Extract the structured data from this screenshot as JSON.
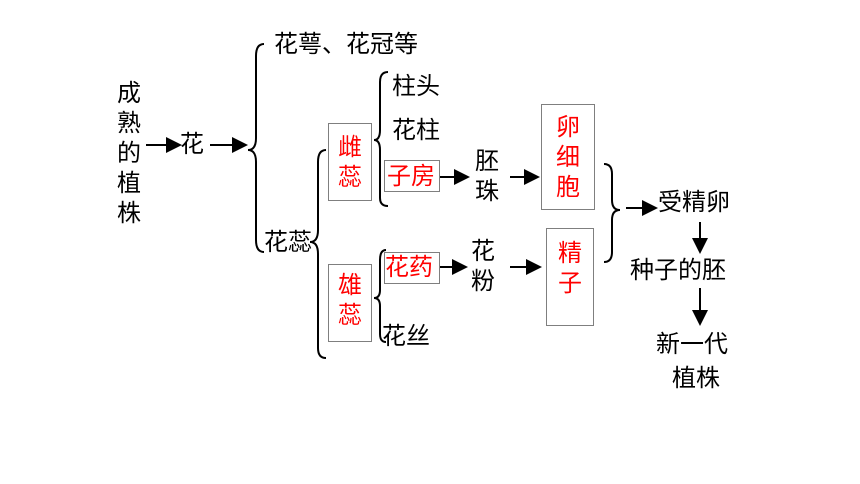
{
  "labels": {
    "mature_plant": "成熟的植株",
    "flower": "花",
    "sepal_petal": "花萼、花冠等",
    "pistils_stamens": "花蕊",
    "pistil": "雌蕊",
    "stigma": "柱头",
    "style": "花柱",
    "ovary": "子房",
    "ovule": "胚珠",
    "egg_cell": "卵细胞",
    "stamen": "雄蕊",
    "anther": "花药",
    "filament": "花丝",
    "pollen": "花粉",
    "sperm": "精子",
    "fertilized_egg": "受精卵",
    "seed_embryo": "种子的胚",
    "new_plant_line1": "新一代",
    "new_plant_line2": "植株"
  },
  "colors": {
    "highlight": "#ff0000",
    "text": "#000000",
    "box_border": "#7f7f7f"
  }
}
